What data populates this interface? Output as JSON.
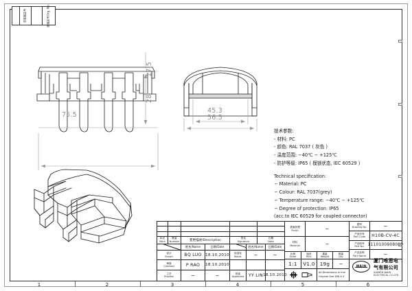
{
  "sheet": {
    "zone_numbers": [
      "1",
      "2",
      "3",
      "4",
      "5",
      "6"
    ],
    "corner_table": [
      {
        "label": ""
      },
      {
        "label": "旧底图总号"
      },
      {
        "label": ""
      },
      {
        "label": "底图总号\nOrg. No."
      }
    ]
  },
  "dimensions": {
    "front_width": "75.5",
    "front_height": "28",
    "front_top": "17.5",
    "side_inner": "45.3",
    "side_outer": "56.5"
  },
  "spec": {
    "cn_heading": "技术参数:",
    "cn_lines": [
      "- 材料: PC",
      "- 颜色: RAL 7037 ( 灰色 )",
      "- 温度范围: −40℃  −  +125℃",
      "- 防护等级: IP65 ( 模锁状态, IEC 60529 )"
    ],
    "en_heading": "Technical specification:",
    "en_lines": [
      "−  Material: PC",
      "−  Colour: RAL 7037(grey)",
      "−  Temperature range: −40℃  −  +125℃",
      "−  Degree of protection: IP65",
      "    (acc.to IEC 60529 for coupled connector)"
    ]
  },
  "title_block": {
    "revision_headers": {
      "mark": "标记\nMark",
      "number": "数量\nNumber",
      "description": "变更描述/Description",
      "signature": "签名\nSignature",
      "date": "日期\nDate"
    },
    "sub_headers": {
      "name": "姓名/Name",
      "date": "日期/Date",
      "name2": "姓名/Name",
      "date2": "日期/Date"
    },
    "rows": [
      {
        "role_left": "设计\nDrawn",
        "name": "BQ  LUO",
        "date": "18.10.2010",
        "role_right": "标准化\nStand.",
        "name2": "−",
        "date2": "−"
      },
      {
        "role_left": "审核\nChecked",
        "name": "P  RAO",
        "date": "18.10.2010",
        "role_right": "",
        "name2": "",
        "date2": ""
      },
      {
        "role_left": "工艺\nProcess",
        "name": "−",
        "date": "−",
        "role_right": "批准\nApproved",
        "name2": "YY  LIN",
        "date2": "18.10.2010"
      }
    ],
    "finish": {
      "label": "表面处理\nFinish",
      "value": "−"
    },
    "material": {
      "label": "材料\nMaterial",
      "value": "−"
    },
    "scale": {
      "label": "比例\nScale",
      "value": "1:1"
    },
    "rev": {
      "label": "版本\nREV.",
      "value": "V1.0"
    },
    "weight": {
      "label": "重量\nWeight",
      "value": "19g"
    },
    "qty": {
      "label": "数量\nQty.",
      "value": "−"
    },
    "drawing_no": {
      "label": "图号\nDrawing No.",
      "value": "−"
    },
    "part_code": {
      "label": "产品代号\nPart Code",
      "value": "H10B-CV-4C"
    },
    "part_no": {
      "label": "产品料号\nPart No.",
      "value": "1110100908009"
    },
    "part_name": {
      "label": "产品名称\nPart Name",
      "value": "−"
    },
    "notes": {
      "line1": "All Dimensions in mm",
      "line2": "Original Size DIN A 4"
    },
    "company": {
      "logo_text": "WAIN",
      "name_cn": "厦门唯恩电气有限公司",
      "name_en": "XIAMEN WAIN ELECTRICAL CO.LTD"
    }
  }
}
